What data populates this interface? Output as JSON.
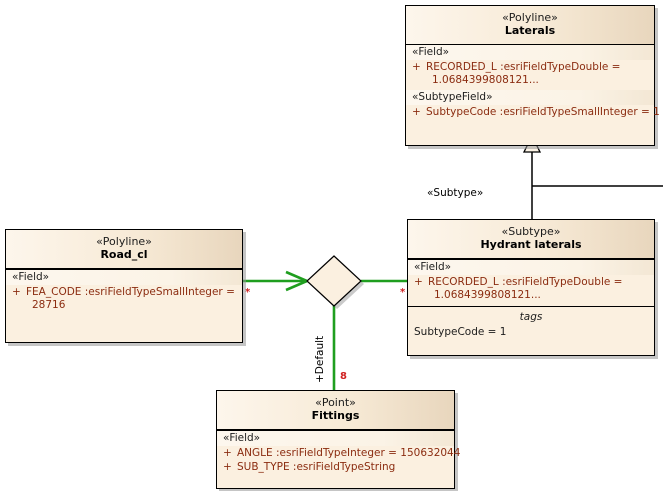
{
  "diagram": {
    "title": "UML class diagram",
    "type": "uml-class-diagram",
    "background": "#ffffff",
    "colors": {
      "box_fill": "#fbf0e0",
      "header_fill": "#f7ead6",
      "border": "#000000",
      "attribute_text": "#8b2c10",
      "association_line": "#1f9e1f",
      "multiplicity_text": "#d02020"
    }
  },
  "classes": {
    "laterals": {
      "stereotype": "«Polyline»",
      "name": "Laterals",
      "groups": [
        {
          "label": "«Field»",
          "attributes": [
            {
              "visibility": "+",
              "text": "RECORDED_L  :esriFieldTypeDouble =",
              "continuation": "1.0684399808121..."
            }
          ]
        },
        {
          "label": "«SubtypeField»",
          "attributes": [
            {
              "visibility": "+",
              "text": "SubtypeCode  :esriFieldTypeSmallInteger = 1",
              "continuation": ""
            }
          ]
        }
      ]
    },
    "hydrant_laterals": {
      "stereotype": "«Subtype»",
      "name": "Hydrant laterals",
      "groups": [
        {
          "label": "«Field»",
          "attributes": [
            {
              "visibility": "+",
              "text": "RECORDED_L  :esriFieldTypeDouble =",
              "continuation": "1.0684399808121..."
            }
          ]
        }
      ],
      "tags": {
        "title": "tags",
        "rows": [
          "SubtypeCode = 1"
        ]
      }
    },
    "road_cl": {
      "stereotype": "«Polyline»",
      "name": "Road_cl",
      "groups": [
        {
          "label": "«Field»",
          "attributes": [
            {
              "visibility": "+",
              "text": "FEA_CODE  :esriFieldTypeSmallInteger =",
              "continuation": "28716"
            }
          ]
        }
      ]
    },
    "fittings": {
      "stereotype": "«Point»",
      "name": "Fittings",
      "groups": [
        {
          "label": "«Field»",
          "attributes": [
            {
              "visibility": "+",
              "text": "ANGLE  :esriFieldTypeInteger = 150632044",
              "continuation": ""
            },
            {
              "visibility": "+",
              "text": "SUB_TYPE  :esriFieldTypeString",
              "continuation": ""
            }
          ]
        }
      ]
    }
  },
  "connectors": {
    "generalization": {
      "label": "«Subtype»",
      "from": "Hydrant laterals",
      "to": "Laterals",
      "kind": "generalization"
    },
    "association_left": {
      "multiplicity": "*",
      "from": "Road_cl",
      "to": "relationship-diamond",
      "kind": "directed-association"
    },
    "association_right": {
      "multiplicity": "*",
      "from": "relationship-diamond",
      "to": "Hydrant laterals",
      "kind": "association"
    },
    "association_bottom": {
      "role": "+Default",
      "multiplicity": "8",
      "from": "relationship-diamond",
      "to": "Fittings",
      "kind": "association"
    }
  }
}
